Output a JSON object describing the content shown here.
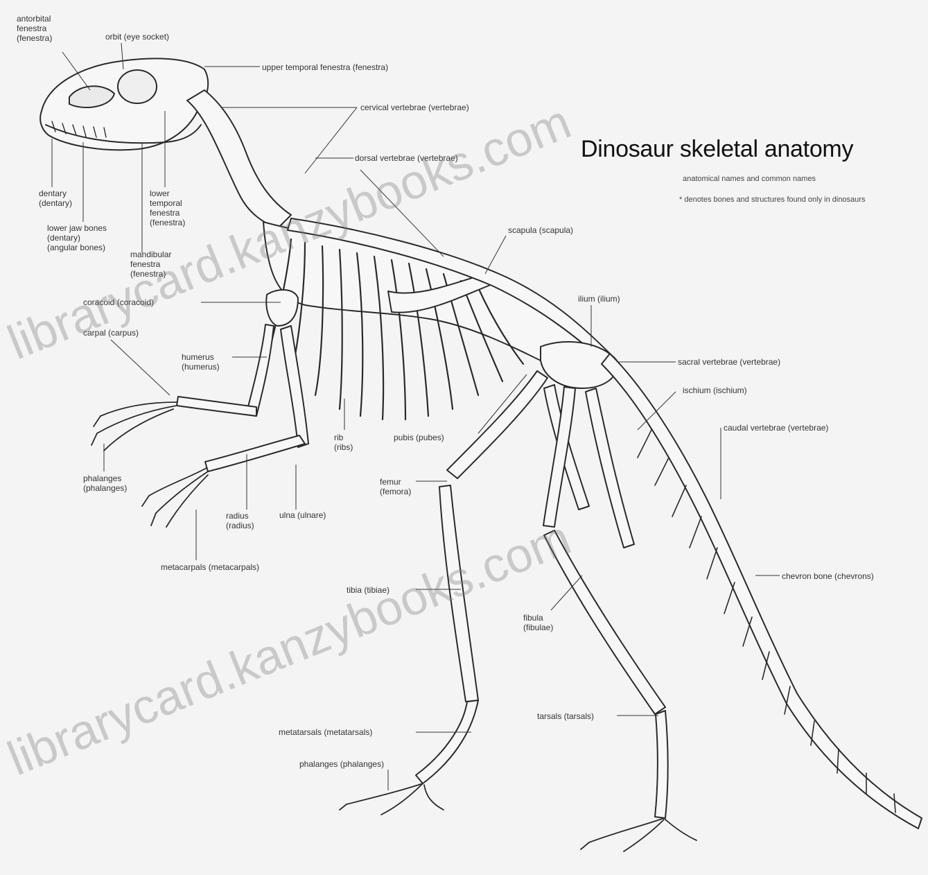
{
  "diagram": {
    "title": "Dinosaur skeletal anatomy",
    "notes": [
      "anatomical names and common names",
      "* denotes bones and structures found only in dinosaurs"
    ],
    "labels": {
      "antorbital_fenestra": "antorbital\nfenestra\n(fenestra)",
      "orbit": "orbit (eye socket)",
      "upper_temporal": "upper temporal fenestra (fenestra)",
      "cervical": "cervical vertebrae (vertebrae)",
      "dorsal": "dorsal vertebrae (vertebrae)",
      "dentary": "dentary\n(dentary)",
      "jaw": "lower jaw bones\n(dentary)\n(angular bones)",
      "lower_temporal": "lower\ntemporal\nfenestra\n(fenestra)",
      "mandibular": "mandibular\nfenestra\n(fenestra)",
      "scapula": "scapula (scapula)",
      "ilium": "ilium (ilium)",
      "coracoid": "coracoid (coracoid)",
      "carpal": "carpal (carpus)",
      "humerus": "humerus\n(humerus)",
      "sacral": "sacral vertebrae (vertebrae)",
      "ischium": "ischium (ischium)",
      "caudal": "caudal vertebrae (vertebrae)",
      "phalanges_hand": "phalanges\n(phalanges)",
      "radius": "radius\n(radius)",
      "ulna": "ulna (ulnare)",
      "rib": "rib\n(ribs)",
      "pubis": "pubis (pubes)",
      "femur": "femur\n(femora)",
      "metacarpal": "metacarpals (metacarpals)",
      "tibia": "tibia (tibiae)",
      "fibula": "fibula\n(fibulae)",
      "chevron": "chevron bone (chevrons)",
      "tarsal": "tarsals (tarsals)",
      "metatarsal": "metatarsals (metatarsals)",
      "phalanges_foot": "phalanges (phalanges)"
    }
  },
  "watermark": {
    "text_a": "librarycard.kanzybooks.com",
    "text_b": "librarycard.kanzybooks.com"
  },
  "colors": {
    "ink": "#2a2a2a",
    "bone": "#f7f7f7",
    "background": "#f4f4f4"
  }
}
